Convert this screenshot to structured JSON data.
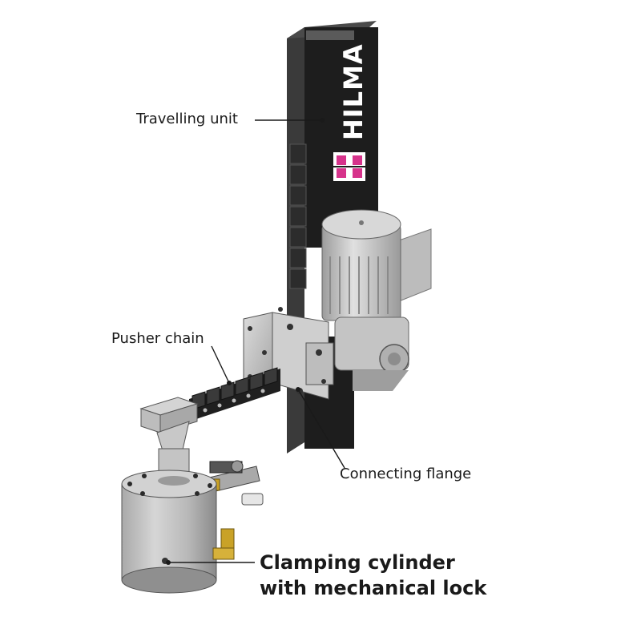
{
  "labels": {
    "travelling_unit": "Travelling unit",
    "pusher_chain": "Pusher chain",
    "connecting_flange": "Connecting flange",
    "clamping_cylinder_line1": "Clamping cylinder",
    "clamping_cylinder_line2": "with mechanical lock"
  },
  "brand": {
    "name": "HILMA",
    "accent_color": "#d6338b"
  },
  "colors": {
    "column": "#1d1d1d",
    "metal": "#bdbdbd",
    "metal_dark": "#8d8d8d",
    "brass": "#c9a227"
  }
}
